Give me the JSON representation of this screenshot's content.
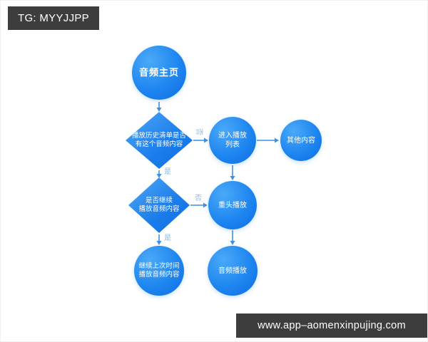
{
  "watermarks": {
    "telegram": "TG: MYYJJPP",
    "website": "www.app–aomenxinpujing.com"
  },
  "colors": {
    "node_blue": "#1e86f0",
    "node_blue_light": "#4aa9f8",
    "arrow_blue": "#3f8fe8",
    "banner_dark": "#3d3d3d",
    "edge_label_blue": "#8fb6df",
    "background": "#ffffff",
    "node_text": "#ffffff"
  },
  "flowchart": {
    "nodes": [
      {
        "id": "audio-home",
        "type": "circle",
        "label": "音频主页"
      },
      {
        "id": "history-check",
        "type": "diamond",
        "label": "播放历史清单是否\n有这个音频内容"
      },
      {
        "id": "enter-playlist",
        "type": "circle",
        "label": "进入播放\n列表"
      },
      {
        "id": "other-content",
        "type": "circle",
        "label": "其他内容"
      },
      {
        "id": "continue-check",
        "type": "diamond",
        "label": "是否继续\n播放音频内容"
      },
      {
        "id": "replay-from-start",
        "type": "circle",
        "label": "重头播放"
      },
      {
        "id": "resume-last-time",
        "type": "circle",
        "label": "继续上次时间\n播放音频内容"
      },
      {
        "id": "audio-play",
        "type": "circle",
        "label": "音频播放"
      }
    ],
    "edge_labels": [
      {
        "id": "history-no",
        "label": "否"
      },
      {
        "id": "history-yes",
        "label": "是"
      },
      {
        "id": "continue-no",
        "label": "否"
      },
      {
        "id": "continue-yes",
        "label": "是"
      }
    ]
  }
}
